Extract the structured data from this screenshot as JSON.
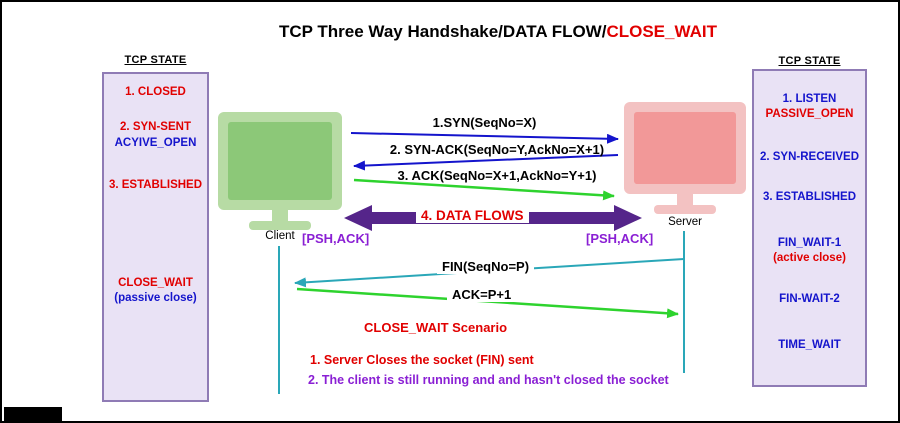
{
  "title": {
    "main": "TCP Three Way Handshake/DATA FLOW/",
    "highlight": "CLOSE_WAIT"
  },
  "colors": {
    "red": "#e10000",
    "blue": "#1414cc",
    "purple": "#8a1fd4",
    "dark_purple": "#55258a",
    "green": "#2ed32e",
    "teal": "#2aa7b8",
    "panel_bg": "#e9e2f5",
    "panel_border": "#8f7bb5",
    "client_frame": "#b7dba4",
    "client_screen": "#8cc878",
    "server_frame": "#f3c2c2",
    "server_screen": "#f29898"
  },
  "left_panel": {
    "header": "TCP STATE",
    "lines": [
      {
        "text": "1. CLOSED",
        "color": "red"
      },
      {
        "text": "2. SYN-SENT",
        "color": "red"
      },
      {
        "text": "ACYIVE_OPEN",
        "color": "blue"
      },
      {
        "text": "3. ESTABLISHED",
        "color": "red"
      },
      {
        "text": "CLOSE_WAIT",
        "color": "red"
      },
      {
        "text": "(passive close)",
        "color": "blue"
      }
    ]
  },
  "right_panel": {
    "header": "TCP STATE",
    "lines": [
      {
        "text": "1. LISTEN",
        "color": "blue"
      },
      {
        "text": "PASSIVE_OPEN",
        "color": "red"
      },
      {
        "text": "2. SYN-RECEIVED",
        "color": "blue"
      },
      {
        "text": "3. ESTABLISHED",
        "color": "blue"
      },
      {
        "text": "FIN_WAIT-1",
        "color": "blue"
      },
      {
        "text": "(active close)",
        "color": "red"
      },
      {
        "text": "FIN-WAIT-2",
        "color": "blue"
      },
      {
        "text": "TIME_WAIT",
        "color": "blue"
      }
    ]
  },
  "actors": {
    "client": "Client",
    "server": "Server"
  },
  "messages": {
    "syn": "1.SYN(SeqNo=X)",
    "syn_ack": "2. SYN-ACK(SeqNo=Y,AckNo=X+1)",
    "ack": "3. ACK(SeqNo=X+1,AckNo=Y+1)",
    "data_flows": "4. DATA FLOWS",
    "psh_ack_left": "[PSH,ACK]",
    "psh_ack_right": "[PSH,ACK]",
    "fin": "FIN(SeqNo=P)",
    "ack_fin": "ACK=P+1"
  },
  "scenario": {
    "title": "CLOSE_WAIT Scenario",
    "line1": "1. Server Closes the socket (FIN) sent",
    "line2": "2. The client is still running and and hasn't closed the socket"
  }
}
